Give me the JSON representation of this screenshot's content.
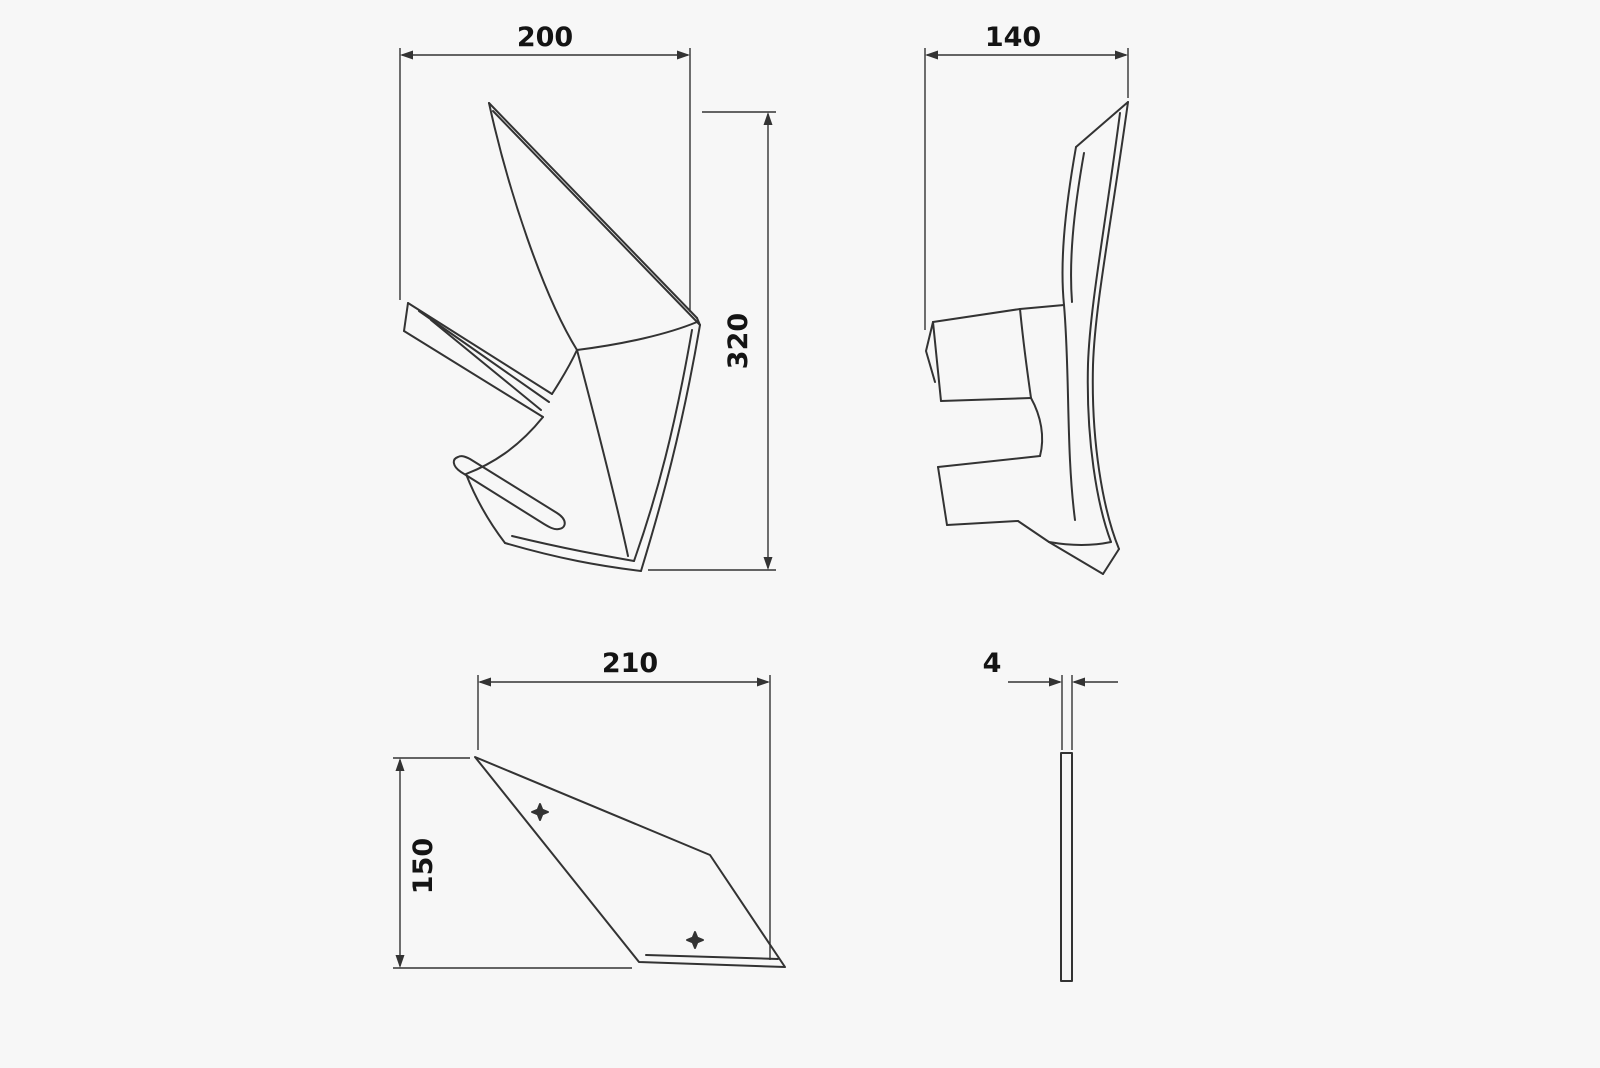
{
  "drawing": {
    "background": "#f7f7f7",
    "line_color": "#333333",
    "dims": {
      "front_width": "200",
      "front_height": "320",
      "side_width": "140",
      "flat_width": "210",
      "flat_height": "150",
      "thickness": "4"
    }
  }
}
